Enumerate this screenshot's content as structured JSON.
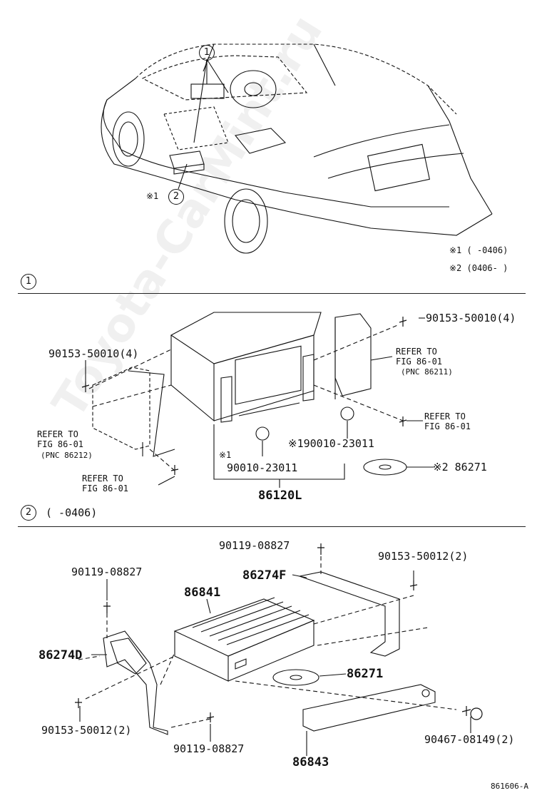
{
  "watermark": "Toyota-CarMint.ru",
  "legend": {
    "note1": "※1 (  -0406)",
    "note2": "※2 (0406-  )"
  },
  "callouts": {
    "c1": "1",
    "c2": "2",
    "c2_mark": "※1"
  },
  "section1": {
    "marker": "1",
    "labels": {
      "bolt_right": "90153-50010(4)",
      "bolt_left": "90153-50010(4)",
      "refer_right_top_1": "REFER TO",
      "refer_right_top_2": "FIG 86-01",
      "refer_right_top_3": "(PNC 86211)",
      "refer_left_1": "REFER TO",
      "refer_left_2": "FIG 86-01",
      "refer_left_3": "(PNC 86212)",
      "refer_right_bot_1": "REFER TO",
      "refer_right_bot_2": "FIG 86-01",
      "refer_left_bot_1": "REFER TO",
      "refer_left_bot_2": "FIG 86-01",
      "cap_right": "※190010-23011",
      "cap_left_mark": "※1",
      "cap_left": "90010-23011",
      "disc": "※2 86271",
      "assy": "86120L"
    }
  },
  "section2": {
    "marker": "2",
    "range": "(  -0406)",
    "labels": {
      "top_bolt": "90119-08827",
      "bracket_right": "86274F",
      "bolt_right": "90153-50012(2)",
      "bolt_left_top": "90119-08827",
      "changer": "86841",
      "bracket_left": "86274D",
      "disc": "86271",
      "bolt_left_bot": "90153-50012(2)",
      "bolt_bot": "90119-08827",
      "clip": "90467-08149(2)",
      "cover": "86843"
    }
  },
  "figure_code": "861606-A"
}
